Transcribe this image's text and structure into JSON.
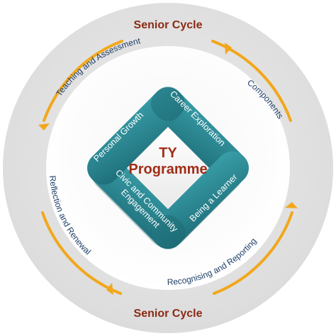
{
  "outer": {
    "top_label": "Senior Cycle",
    "bottom_label": "Senior Cycle",
    "arc_labels": {
      "teaching": "Teaching and Assessment",
      "components": "Components",
      "recognising": "Recognising and Reporting",
      "reflection": "Reflection and Renewal"
    }
  },
  "bands": {
    "personal_growth": "Personal Growth",
    "career_exploration": "Career Exploration",
    "being_a_learner": "Being a Learner",
    "civic_line1": "Civic and Community",
    "civic_line2": "Engagement"
  },
  "center": {
    "line1": "TY",
    "line2": "Programme"
  },
  "colors": {
    "outer_disc": "#e6e6e6",
    "ring": "#f2a71b",
    "band_teal": "#2c8e98",
    "band_teal_dark": "#1c6a74",
    "title_red": "#8a2a15",
    "label_blue": "#1f3f68"
  }
}
